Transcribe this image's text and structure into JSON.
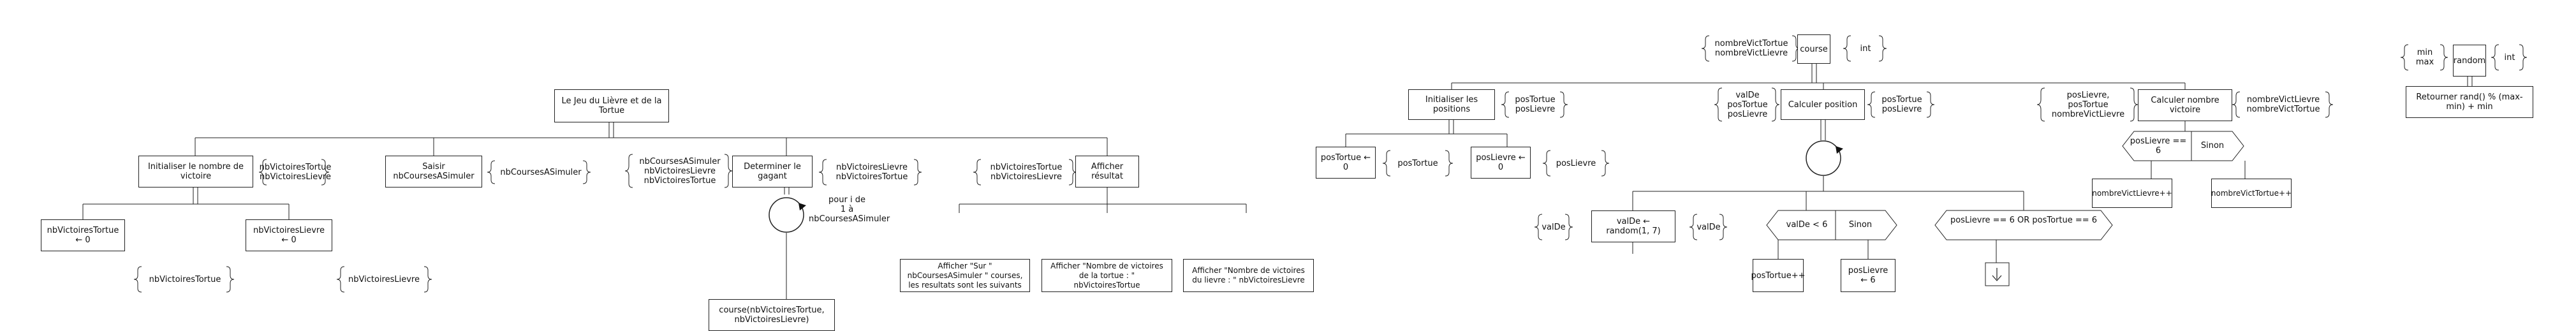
{
  "left_diagram": {
    "root": "Le Jeu du Lièvre et de la Tortue",
    "init_victoires": "Initialiser le nombre de victoire",
    "init_out": "nbVictoiresTortue\nnbVictoiresLievre",
    "saisir": "Saisir nbCoursesASimuler",
    "saisir_out": "nbCoursesASimuler",
    "nbvt": "nbVictoiresTortue ← 0",
    "nbvt_out": "nbVictoiresTortue",
    "nbvl": "nbVictoiresLievre ← 0",
    "nbvl_out": "nbVictoiresLievre",
    "det_in": "nbCoursesASimuler\nnbVictoiresLievre\nnbVictoiresTortue",
    "determiner": "Determiner le gagant",
    "det_out": "nbVictoiresLievre\nnbVictoiresTortue",
    "loop_label": "pour i de\n1 à\nnbCoursesASimuler",
    "course_call": "course(nbVictoiresTortue,\nnbVictoiresLievre)",
    "aff_in": "nbVictoiresTortue\nnbVictoiresLievre",
    "afficher": "Afficher résultat",
    "aff1": "Afficher \"Sur \" nbCoursesASimuler \" courses, les resultats sont les suivants",
    "aff2": "Afficher \"Nombre de victoires de la tortue : \" nbVictoiresTortue",
    "aff3": "Afficher \"Nombre de victoires du lievre : \" nbVictoiresLievre"
  },
  "course_diagram": {
    "in": "nombreVictTortue\nnombreVictLievre",
    "name": "course",
    "out": "int",
    "init_pos": "Initialiser les positions",
    "init_pos_out": "posTortue\nposLievre",
    "pt0": "posTortue ← 0",
    "pt0_out": "posTortue",
    "pl0": "posLievre ← 0",
    "pl0_out": "posLievre",
    "calc_in": "valDe\nposTortue\nposLievre",
    "calc": "Calculer position",
    "calc_out": "posTortue\nposLievre",
    "valde_in": "valDe",
    "valde": "valDe ← random(1, 7)",
    "valde_out": "valDe",
    "cond1": "valDe < 6",
    "sinon1": "Sinon",
    "pt_inc": "posTortue++",
    "pl_six": "posLievre ← 6",
    "cond_exit": "posLievre == 6 OR posTortue == 6",
    "cnv_in": "posLievre,\nposTortue\nnombreVictLievre",
    "cnv": "Calculer nombre victoire",
    "cnv_out": "nombreVictLievre\nnombreVictTortue",
    "cond2": "posLievre == 6",
    "sinon2": "Sinon",
    "inc_l": "nombreVictLievre++",
    "inc_t": "nombreVictTortue++"
  },
  "random_diagram": {
    "in": "min\nmax",
    "name": "random",
    "out": "int",
    "ret": "Retourner rand() % (max-min) + min"
  }
}
